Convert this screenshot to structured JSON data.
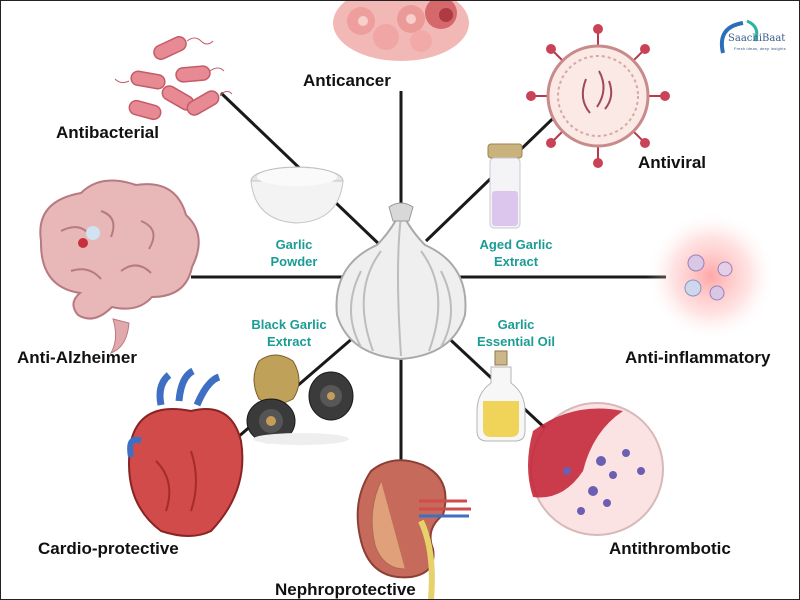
{
  "center": {
    "name": "garlic-bulb"
  },
  "effects": {
    "anticancer": "Anticancer",
    "antibacterial": "Antibacterial",
    "antiviral": "Antiviral",
    "anti_alzheimer": "Anti-Alzheimer",
    "anti_inflammatory": "Anti-inflammatory",
    "cardio_protective": "Cardio-protective",
    "antithrombotic": "Antithrombotic",
    "nephroprotective": "Nephroprotective"
  },
  "forms": {
    "garlic_powder": [
      "Garlic",
      "Powder"
    ],
    "aged_garlic_extract": [
      "Aged Garlic",
      "Extract"
    ],
    "black_garlic_extract": [
      "Black Garlic",
      "Extract"
    ],
    "garlic_essential_oil": [
      "Garlic",
      "Essential Oil"
    ]
  },
  "logo": {
    "title": "SaachiBaat",
    "tagline": "Fresh ideas, deep insights"
  },
  "colors": {
    "line": "#1a1a1a",
    "teal_label": "#1a9c94",
    "text": "#111111"
  }
}
